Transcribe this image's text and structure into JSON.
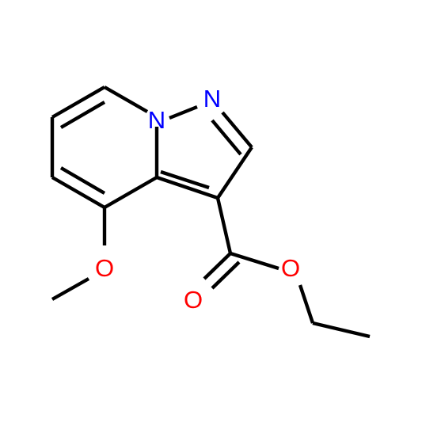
{
  "molecule": {
    "bond_color": "#000000",
    "nitrogen_color": "#0000ff",
    "oxygen_color": "#ff0000"
  },
  "atoms": {
    "n1": "N",
    "n2": "N",
    "o_carbonyl": "O",
    "o_ester": "O",
    "o_methoxy": "O"
  }
}
